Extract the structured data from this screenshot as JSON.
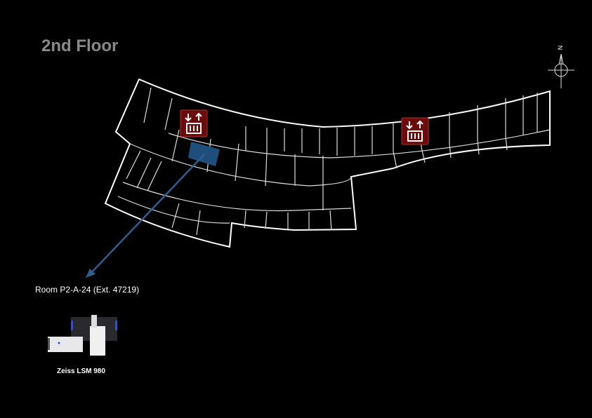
{
  "title": "2nd Floor",
  "compass": {
    "north_label": "N"
  },
  "highlight": {
    "room_label": "Room P2-A-24 (Ext. 47219)",
    "color": "#1f4e7d"
  },
  "equipment": {
    "name": "Zeiss LSM 980"
  },
  "icons": {
    "elevator": "elevator-icon",
    "elevator_color": "#6b0b0b"
  }
}
